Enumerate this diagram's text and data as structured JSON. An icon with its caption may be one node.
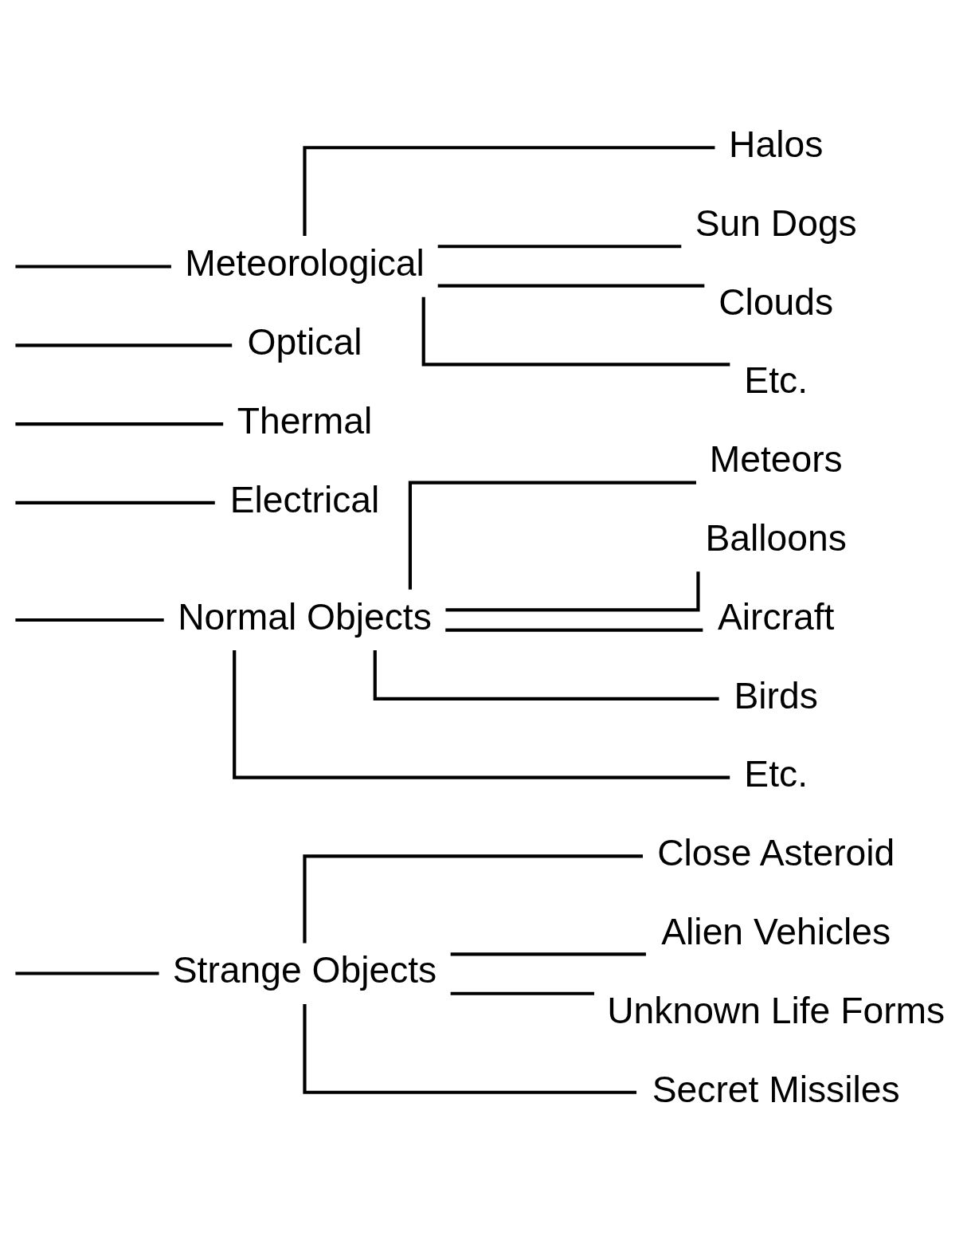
{
  "diagram": {
    "nodes": [
      {
        "text": [
          "Strange Objects"
        ]
      },
      {
        "text": [
          "Close Asteroid"
        ]
      },
      {
        "text": [
          "Alien Vehicles"
        ]
      },
      {
        "text": [
          "Unknown Life Forms"
        ]
      },
      {
        "text": [
          "Secret Missiles"
        ]
      },
      {
        "text": [
          "Normal Objects"
        ]
      },
      {
        "text": [
          "Meteors"
        ]
      },
      {
        "text": [
          "Balloons"
        ]
      },
      {
        "text": [
          "Aircraft"
        ]
      },
      {
        "text": [
          "Birds"
        ]
      },
      {
        "text": [
          "Etc."
        ]
      },
      {
        "text": [
          "Electrical"
        ]
      },
      {
        "text": [
          "Thermal"
        ]
      },
      {
        "text": [
          "Optical"
        ]
      },
      {
        "text": [
          "Meteorological"
        ]
      },
      {
        "text": [
          "Halos"
        ]
      },
      {
        "text": [
          "Sun Dogs"
        ]
      },
      {
        "text": [
          "Clouds"
        ]
      },
      {
        "text": [
          "Etc."
        ]
      }
    ],
    "edges": [
      {
        "from": null,
        "to": 0,
        "arrow": "none"
      },
      {
        "from": null,
        "to": 5,
        "arrow": "none"
      },
      {
        "from": 0,
        "to": 1,
        "arrow": "none"
      },
      {
        "from": 0,
        "to": 2,
        "arrow": "none"
      },
      {
        "from": 0,
        "to": 3,
        "arrow": "none"
      },
      {
        "from": 0,
        "to": 4,
        "arrow": "none"
      },
      {
        "from": 5,
        "to": 6,
        "arrow": "none"
      },
      {
        "from": 5,
        "to": 7,
        "arrow": "none"
      },
      {
        "from": 5,
        "to": 8,
        "arrow": "none"
      },
      {
        "from": 5,
        "to": 9,
        "arrow": "none"
      },
      {
        "from": 5,
        "to": 10,
        "arrow": "none"
      },
      {
        "from": null,
        "to": 11,
        "arrow": "none"
      },
      {
        "from": null,
        "to": 12,
        "arrow": "none"
      },
      {
        "from": null,
        "to": 13,
        "arrow": "none"
      },
      {
        "from": null,
        "to": 14,
        "arrow": "none"
      },
      {
        "from": 14,
        "to": 15,
        "arrow": "none"
      },
      {
        "from": 14,
        "to": 16,
        "arrow": "none"
      },
      {
        "from": 14,
        "to": 17,
        "arrow": "none"
      },
      {
        "from": 14,
        "to": 18,
        "arrow": "none"
      }
    ]
  }
}
